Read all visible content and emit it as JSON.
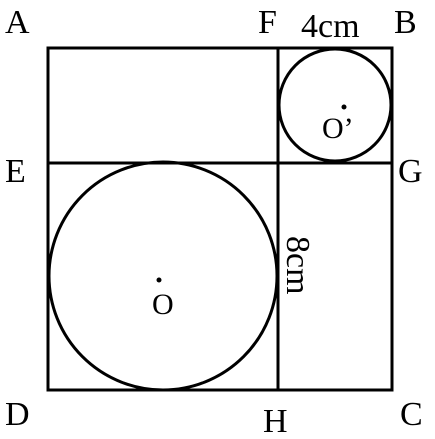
{
  "diagram": {
    "vertices": {
      "A": "A",
      "F": "F",
      "B": "B",
      "E": "E",
      "G": "G",
      "D": "D",
      "H": "H",
      "C": "C"
    },
    "centers": {
      "large": "O",
      "small": "O’"
    },
    "dimensions": {
      "small_square_side": "4cm",
      "vertical_segment": "8cm"
    },
    "stroke_color": "#000000",
    "background_color": "#ffffff"
  }
}
